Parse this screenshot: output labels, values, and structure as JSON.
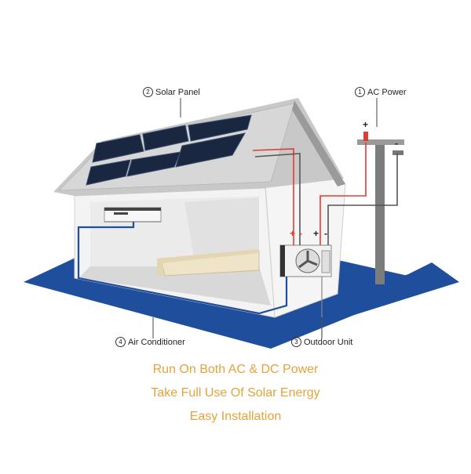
{
  "labels": {
    "solar_panel": {
      "num": "2",
      "text": "Solar Panel"
    },
    "ac_power": {
      "num": "1",
      "text": "AC Power"
    },
    "air_conditioner": {
      "num": "4",
      "text": "Air Conditioner"
    },
    "outdoor_unit": {
      "num": "3",
      "text": "Outdoor Unit"
    }
  },
  "terminals": {
    "pole_plus": "+",
    "pole_minus": "-",
    "panel_plus": "+",
    "panel_minus": "-",
    "unit_plus": "+",
    "unit_minus": "-"
  },
  "captions": [
    "Run On Both AC & DC Power",
    "Take Full Use Of Solar Energy",
    "Easy Installation"
  ],
  "colors": {
    "caption": "#e6a23c",
    "ground": "#1f4f9c",
    "dc_wire": "#e53935",
    "ac_wire": "#1f4f9c",
    "panel": "#1a2740"
  }
}
